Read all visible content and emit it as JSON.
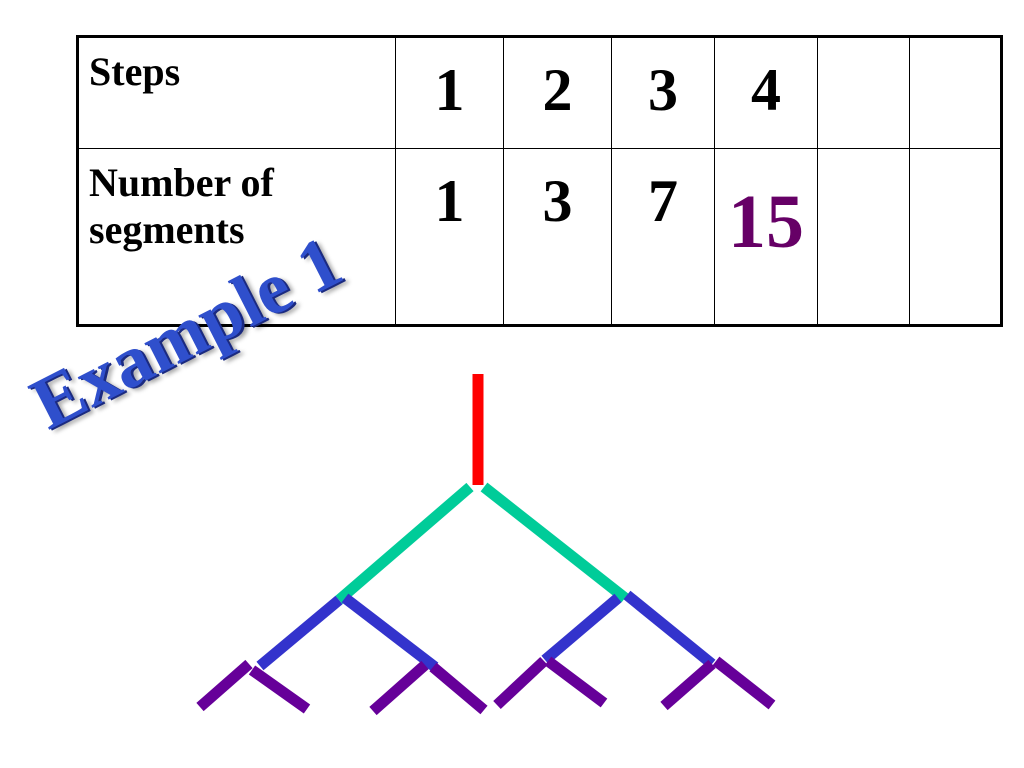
{
  "table": {
    "row_steps": {
      "label": "Steps",
      "values": [
        "1",
        "2",
        "3",
        "4",
        "",
        ""
      ]
    },
    "row_segments": {
      "label_line1": "Number of",
      "label_line2": "segments",
      "values": [
        "1",
        "3",
        "7",
        "15",
        "",
        ""
      ]
    }
  },
  "example_title": "Example 1",
  "colors": {
    "step1": "#ff0000",
    "step2": "#00cc99",
    "step3": "#3333cc",
    "step4": "#660099",
    "highlight_value": "#660066",
    "title": "#2f4fcc"
  }
}
